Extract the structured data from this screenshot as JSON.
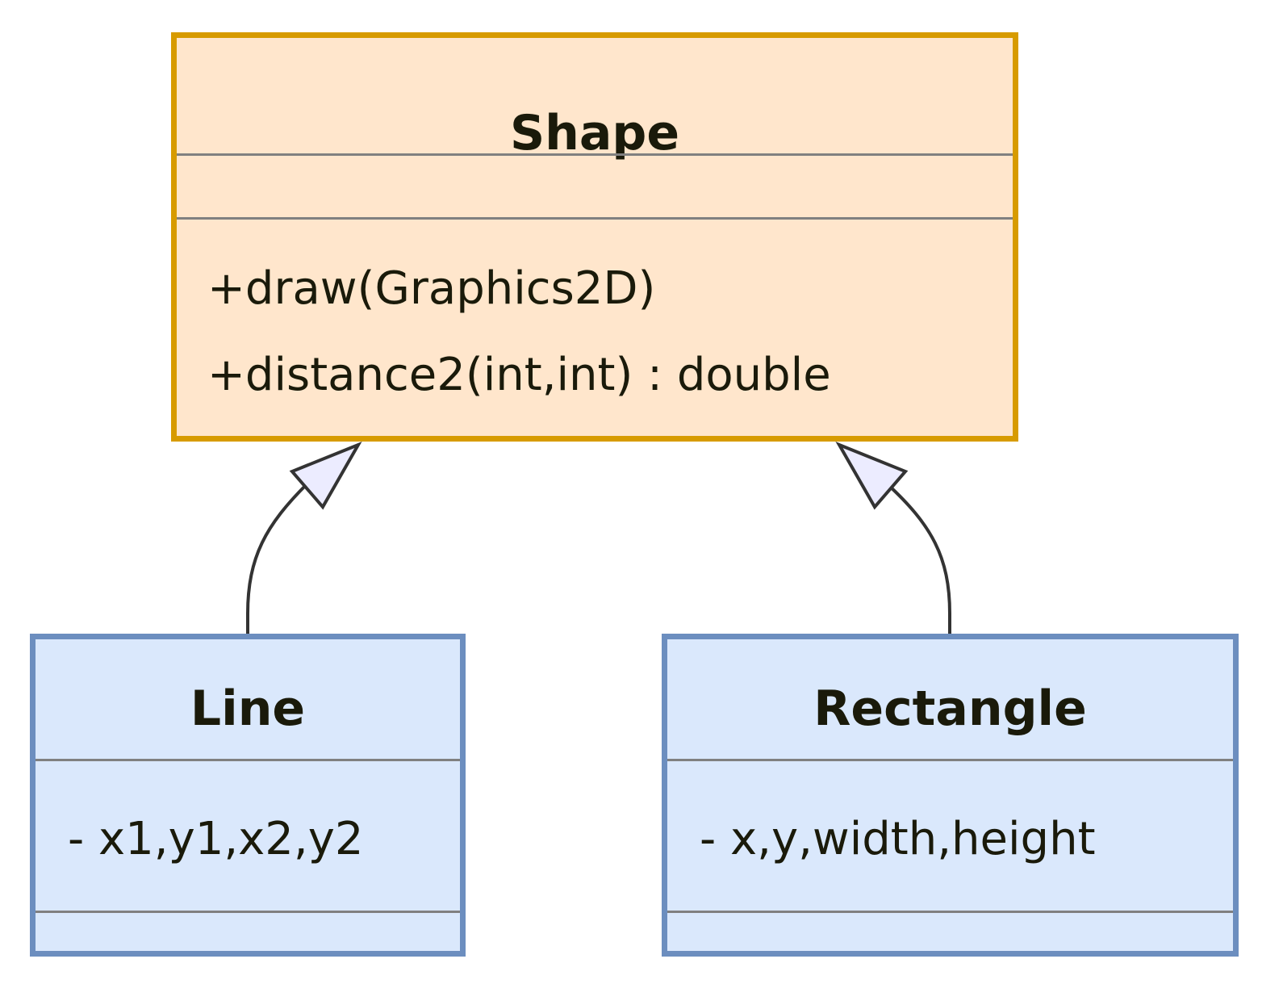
{
  "classes": {
    "shape": {
      "name": "Shape",
      "methods": [
        "+draw(Graphics2D)",
        "+distance2(int,int) : double"
      ]
    },
    "line": {
      "name": "Line",
      "attributes": [
        "- x1,y1,x2,y2"
      ]
    },
    "rectangle": {
      "name": "Rectangle",
      "attributes": [
        "- x,y,width,height"
      ]
    }
  },
  "relations": [
    {
      "type": "inheritance",
      "from": "Line",
      "to": "Shape"
    },
    {
      "type": "inheritance",
      "from": "Rectangle",
      "to": "Shape"
    }
  ],
  "colors": {
    "parent_fill": "#ffe6cc",
    "parent_border": "#d79b00",
    "child_fill": "#dae8fc",
    "child_border": "#6c8ebf",
    "arrowhead_fill": "#ececff",
    "edge": "#333333"
  }
}
